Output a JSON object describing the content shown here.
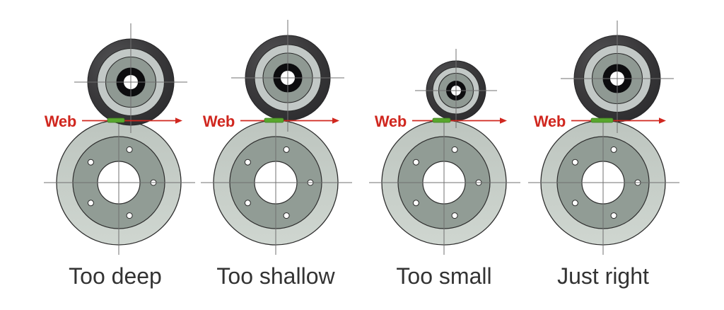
{
  "panels": [
    {
      "id": "too-deep",
      "caption": "Too deep",
      "web_label": "Web"
    },
    {
      "id": "too-shallow",
      "caption": "Too shallow",
      "web_label": "Web"
    },
    {
      "id": "too-small",
      "caption": "Too small",
      "web_label": "Web"
    },
    {
      "id": "just-right",
      "caption": "Just right",
      "web_label": "Web"
    }
  ],
  "colors": {
    "web_red": "#d0271f",
    "contact_green": "#58a62d",
    "tire_dark": "#3a393b",
    "ring_light": "#c2c8c6",
    "ring_mid": "#8f9993",
    "hub_black": "#0d0d0f",
    "wheel_rim": "#c6cdc7",
    "wheel_face": "#919c95",
    "crosshair_gray": "#707070",
    "caption_text": "#333333",
    "background": "#ffffff"
  }
}
